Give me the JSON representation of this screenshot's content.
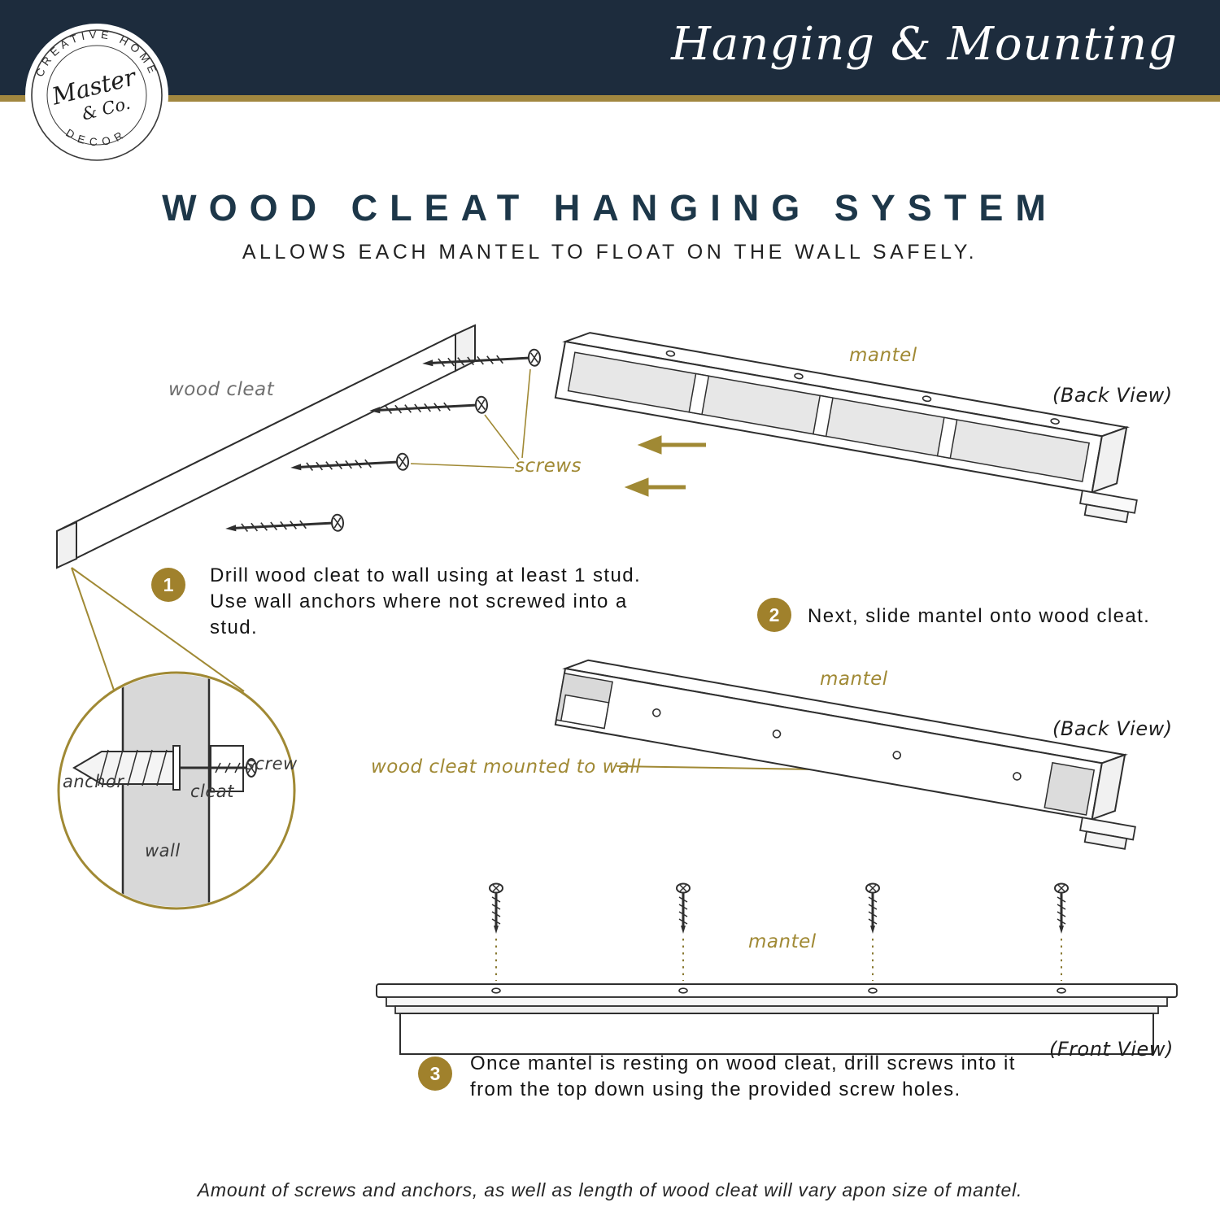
{
  "header": {
    "title": "Hanging & Mounting"
  },
  "logo": {
    "arc_top": "CREATIVE HOME",
    "arc_bottom": "DECOR",
    "name_line1": "Master",
    "name_line2": "& Co."
  },
  "heading": {
    "title": "WOOD CLEAT HANGING SYSTEM",
    "subtitle": "ALLOWS EACH MANTEL TO FLOAT ON THE WALL SAFELY."
  },
  "steps": [
    {
      "number": "1",
      "text": "Drill wood cleat to wall using at least 1 stud. Use wall anchors where not screwed into a stud."
    },
    {
      "number": "2",
      "text": "Next, slide mantel onto wood cleat."
    },
    {
      "number": "3",
      "text": "Once mantel is resting on wood cleat, drill screws into it from the top down using the provided screw holes."
    }
  ],
  "labels": {
    "wood_cleat": "wood cleat",
    "screws": "screws",
    "mantel_top": "mantel",
    "back_view_top": "(Back View)",
    "mantel_mid": "mantel",
    "back_view_mid": "(Back View)",
    "cleat_mounted": "wood cleat mounted to wall",
    "anchor": "anchor",
    "screw": "screw",
    "cleat": "cleat",
    "wall": "wall",
    "mantel_bottom": "mantel",
    "front_view": "(Front View)"
  },
  "footer": {
    "note": "Amount of screws and anchors, as well as length of wood cleat will vary apon size of mantel."
  },
  "colors": {
    "navy": "#1d2c3d",
    "gold": "#a0812c",
    "gold_line": "#a08934",
    "ink": "#2e2e2e"
  }
}
